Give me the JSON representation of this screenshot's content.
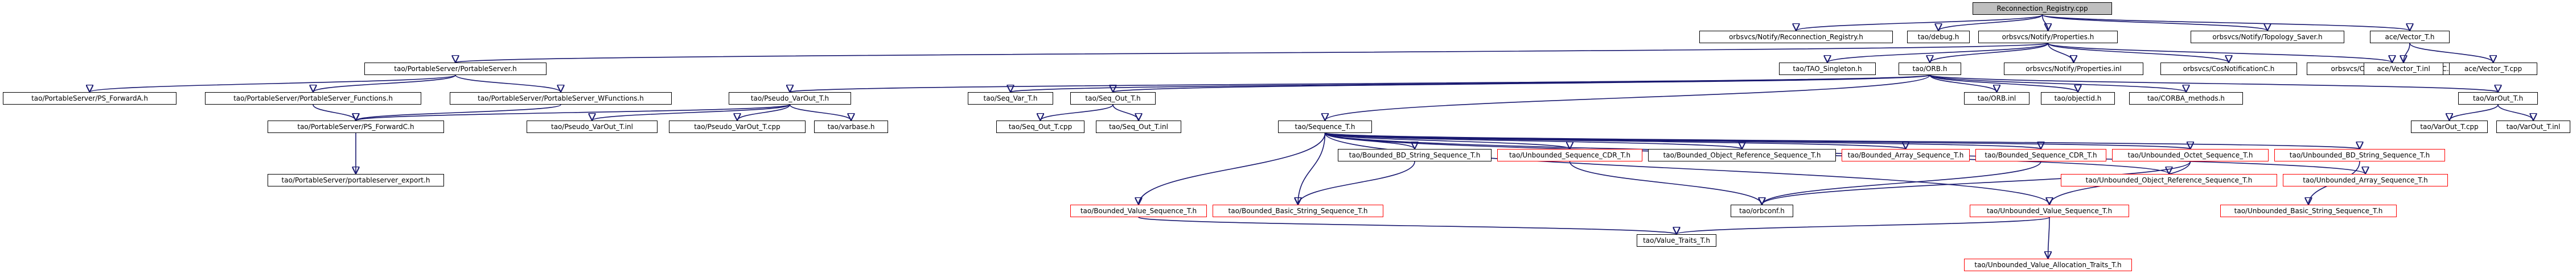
{
  "colors": {
    "edge": "#191970",
    "node_border": "#000000",
    "missing_border": "#ff0000",
    "root_fill": "#bfbfbf"
  },
  "nodes": {
    "n0": "Reconnection_Registry.cpp",
    "n1": "orbsvcs/Notify/Reconnection_Registry.h",
    "n2": "tao/debug.h",
    "n3": "orbsvcs/Notify/Properties.h",
    "n4": "orbsvcs/Notify/Topology_Saver.h",
    "n5": "ace/Vector_T.h",
    "n6": "tao/PortableServer/PortableServer.h",
    "n7": "tao/TAO_Singleton.h",
    "n8": "tao/ORB.h",
    "n9": "orbsvcs/Notify/Properties.inl",
    "n10": "orbsvcs/CosNotificationC.h",
    "n11": "orbsvcs/CosNotifyChannelAdminC.h",
    "n12": "ace/Vector_T.inl",
    "n13": "ace/Vector_T.cpp",
    "n14": "tao/PortableServer/PS_ForwardA.h",
    "n15": "tao/PortableServer/PortableServer_Functions.h",
    "n16": "tao/PortableServer/PortableServer_WFunctions.h",
    "n17": "tao/Pseudo_VarOut_T.h",
    "n18": "tao/Seq_Var_T.h",
    "n19": "tao/Seq_Out_T.h",
    "n20": "tao/ORB.inl",
    "n21": "tao/objectid.h",
    "n22": "tao/CORBA_methods.h",
    "n23": "tao/VarOut_T.h",
    "n24": "tao/Sequence_T.h",
    "n25": "tao/PortableServer/PS_ForwardC.h",
    "n26": "tao/Pseudo_VarOut_T.inl",
    "n27": "tao/Pseudo_VarOut_T.cpp",
    "n28": "tao/varbase.h",
    "n29": "tao/Seq_Out_T.cpp",
    "n30": "tao/Seq_Out_T.inl",
    "n31": "tao/VarOut_T.cpp",
    "n32": "tao/VarOut_T.inl",
    "n33": "tao/Bounded_BD_String_Sequence_T.h",
    "n34": "tao/Unbounded_Sequence_CDR_T.h",
    "n35": "tao/Bounded_Object_Reference_Sequence_T.h",
    "n36": "tao/Bounded_Array_Sequence_T.h",
    "n37": "tao/Bounded_Sequence_CDR_T.h",
    "n38": "tao/Unbounded_Octet_Sequence_T.h",
    "n39": "tao/Unbounded_BD_String_Sequence_T.h",
    "n40": "tao/Unbounded_Object_Reference_Sequence_T.h",
    "n41": "tao/Unbounded_Array_Sequence_T.h",
    "n42": "tao/PortableServer/portableserver_export.h",
    "n43": "tao/Bounded_Value_Sequence_T.h",
    "n44": "tao/Bounded_Basic_String_Sequence_T.h",
    "n45": "tao/orbconf.h",
    "n46": "tao/Unbounded_Value_Sequence_T.h",
    "n47": "tao/Unbounded_Basic_String_Sequence_T.h",
    "n48": "tao/Value_Traits_T.h",
    "n49": "tao/Unbounded_Value_Allocation_Traits_T.h"
  },
  "edges": [
    [
      "n0",
      "n1"
    ],
    [
      "n0",
      "n2"
    ],
    [
      "n0",
      "n3"
    ],
    [
      "n0",
      "n4"
    ],
    [
      "n0",
      "n5"
    ],
    [
      "n3",
      "n6"
    ],
    [
      "n3",
      "n7"
    ],
    [
      "n3",
      "n8"
    ],
    [
      "n3",
      "n9"
    ],
    [
      "n3",
      "n10"
    ],
    [
      "n3",
      "n11"
    ],
    [
      "n5",
      "n12"
    ],
    [
      "n5",
      "n13"
    ],
    [
      "n6",
      "n14"
    ],
    [
      "n6",
      "n15"
    ],
    [
      "n6",
      "n16"
    ],
    [
      "n8",
      "n17"
    ],
    [
      "n8",
      "n18"
    ],
    [
      "n8",
      "n19"
    ],
    [
      "n8",
      "n20"
    ],
    [
      "n8",
      "n21"
    ],
    [
      "n8",
      "n22"
    ],
    [
      "n8",
      "n23"
    ],
    [
      "n8",
      "n24"
    ],
    [
      "n15",
      "n25"
    ],
    [
      "n16",
      "n25"
    ],
    [
      "n25",
      "n42"
    ],
    [
      "n17",
      "n26"
    ],
    [
      "n17",
      "n27"
    ],
    [
      "n17",
      "n28"
    ],
    [
      "n17",
      "n25"
    ],
    [
      "n19",
      "n29"
    ],
    [
      "n19",
      "n30"
    ],
    [
      "n23",
      "n31"
    ],
    [
      "n23",
      "n32"
    ],
    [
      "n24",
      "n33"
    ],
    [
      "n24",
      "n34"
    ],
    [
      "n24",
      "n35"
    ],
    [
      "n24",
      "n36"
    ],
    [
      "n24",
      "n37"
    ],
    [
      "n24",
      "n38"
    ],
    [
      "n24",
      "n39"
    ],
    [
      "n24",
      "n40"
    ],
    [
      "n24",
      "n41"
    ],
    [
      "n24",
      "n43"
    ],
    [
      "n24",
      "n44"
    ],
    [
      "n24",
      "n46"
    ],
    [
      "n33",
      "n44"
    ],
    [
      "n34",
      "n45"
    ],
    [
      "n37",
      "n45"
    ],
    [
      "n38",
      "n45"
    ],
    [
      "n38",
      "n46"
    ],
    [
      "n39",
      "n47"
    ],
    [
      "n43",
      "n48"
    ],
    [
      "n46",
      "n48"
    ],
    [
      "n46",
      "n49"
    ]
  ]
}
